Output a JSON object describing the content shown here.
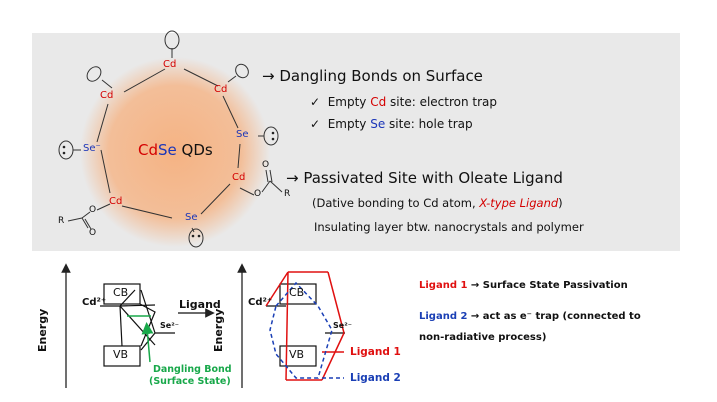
{
  "colors": {
    "cd": "#d40000",
    "se": "#1b35b8",
    "green": "#18a84a",
    "ligand1": "#e01010",
    "ligand2": "#1a3fb5",
    "panel": "#e9e9e9",
    "sphere": "#f6b07e"
  },
  "qd": {
    "center_cd": "Cd",
    "center_se": "Se",
    "center_suffix": " QDs",
    "atom_cd": "Cd",
    "atom_se": "Se",
    "atom_se_minus": "Se⁻",
    "ligand_o": "O",
    "ligand_r": "R"
  },
  "text": {
    "dangling_title": "→ Dangling Bonds on Surface",
    "check": "✓",
    "bullet1_a": "Empty ",
    "bullet1_b": "Cd",
    "bullet1_c": " site: electron trap",
    "bullet2_a": "Empty ",
    "bullet2_b": "Se",
    "bullet2_c": " site: hole trap",
    "passivated_title": "→ Passivated Site with Oleate Ligand",
    "dative_a": "(Dative bonding to Cd atom, ",
    "dative_b": "X-type Ligand",
    "dative_c": ")",
    "insulating": "Insulating layer btw. nanocrystals and polymer"
  },
  "energy": {
    "axis_label": "Energy",
    "cd2": "Cd²⁺",
    "se2": "Se²⁻",
    "cb": "CB",
    "vb": "VB",
    "dangling_bond": "Dangling Bond",
    "surface_state": "(Surface State)",
    "arrow_label": "Ligand",
    "ligand1": "Ligand 1",
    "ligand2": "Ligand 2"
  },
  "notes": {
    "note1_a": "Ligand 1",
    "note1_b": " → Surface State Passivation",
    "note2_a": "Ligand 2",
    "note2_b": " → act as e⁻ trap (connected to",
    "note2_c": "non-radiative process)"
  }
}
